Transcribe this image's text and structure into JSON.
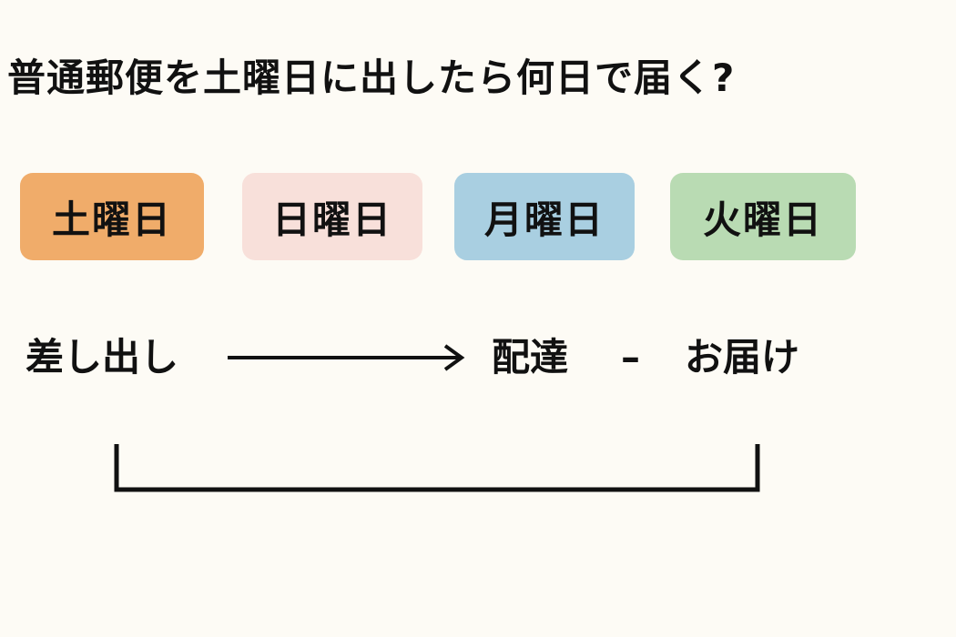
{
  "title": "普通郵便を土曜日に出したら何日で届く?",
  "days": [
    {
      "label": "土曜日",
      "color": "#f0ac6a"
    },
    {
      "label": "日曜日",
      "color": "#f8e0da"
    },
    {
      "label": "月曜日",
      "color": "#a9cfe1"
    },
    {
      "label": "火曜日",
      "color": "#b9dbb3"
    }
  ],
  "flow": {
    "send": "差し出し",
    "deliver": "配達",
    "dash": "–",
    "arrive": "お届け"
  }
}
